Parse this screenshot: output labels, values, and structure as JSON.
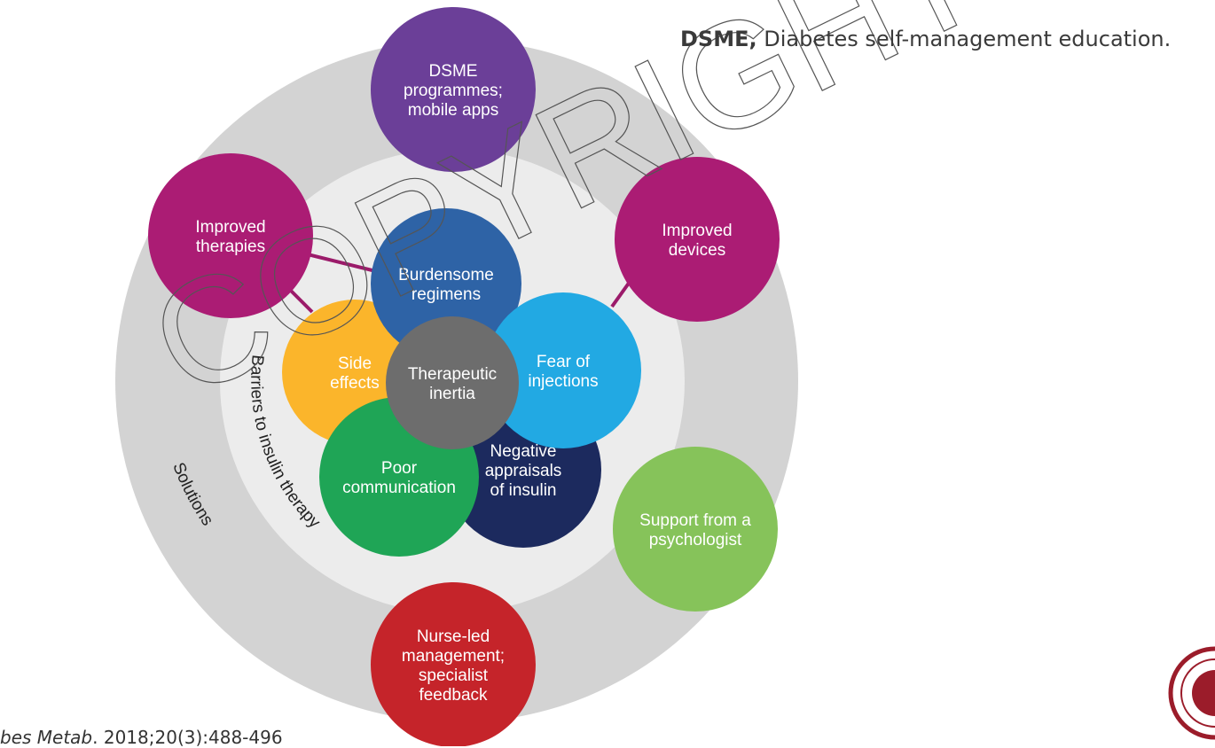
{
  "legend": {
    "abbr": "DSME,",
    "definition": " Diabetes self-management education."
  },
  "citation": {
    "journal": "bes Metab",
    "rest": ". 2018;20(3):488-496"
  },
  "watermark": "COPYRIGHT",
  "ring_labels": {
    "outer": "Solutions",
    "inner": "Barriers to insulin therapy"
  },
  "center": {
    "lines": [
      "Therapeutic",
      "inertia"
    ],
    "color": "#6d6d6d"
  },
  "barriers": [
    {
      "id": "burdensome-regimens",
      "lines": [
        "Burdensome",
        "regimens"
      ],
      "color": "#2e63a6"
    },
    {
      "id": "fear-of-injections",
      "lines": [
        "Fear of",
        "injections"
      ],
      "color": "#22a9e3"
    },
    {
      "id": "negative-appraisals",
      "lines": [
        "Negative",
        "appraisals",
        "of insulin"
      ],
      "color": "#1c2a5e"
    },
    {
      "id": "poor-communication",
      "lines": [
        "Poor",
        "communication"
      ],
      "color": "#1fa556"
    },
    {
      "id": "side-effects",
      "lines": [
        "Side",
        "effects"
      ],
      "color": "#fbb52b"
    }
  ],
  "solutions": [
    {
      "id": "dsme-programmes",
      "lines": [
        "DSME",
        "programmes;",
        "mobile apps"
      ],
      "color": "#6b3f98"
    },
    {
      "id": "improved-devices",
      "lines": [
        "Improved",
        "devices"
      ],
      "color": "#ab1c74"
    },
    {
      "id": "psychologist-support",
      "lines": [
        "Support from a",
        "psychologist"
      ],
      "color": "#86c35a"
    },
    {
      "id": "nurse-led-management",
      "lines": [
        "Nurse-led",
        "management;",
        "specialist",
        "feedback"
      ],
      "color": "#c5242a"
    },
    {
      "id": "improved-therapies",
      "lines": [
        "Improved",
        "therapies"
      ],
      "color": "#ab1c74"
    }
  ],
  "colors": {
    "outer_ring": "#d3d3d3",
    "inner_ring": "#ececec",
    "connector": "#9b1b6a"
  }
}
